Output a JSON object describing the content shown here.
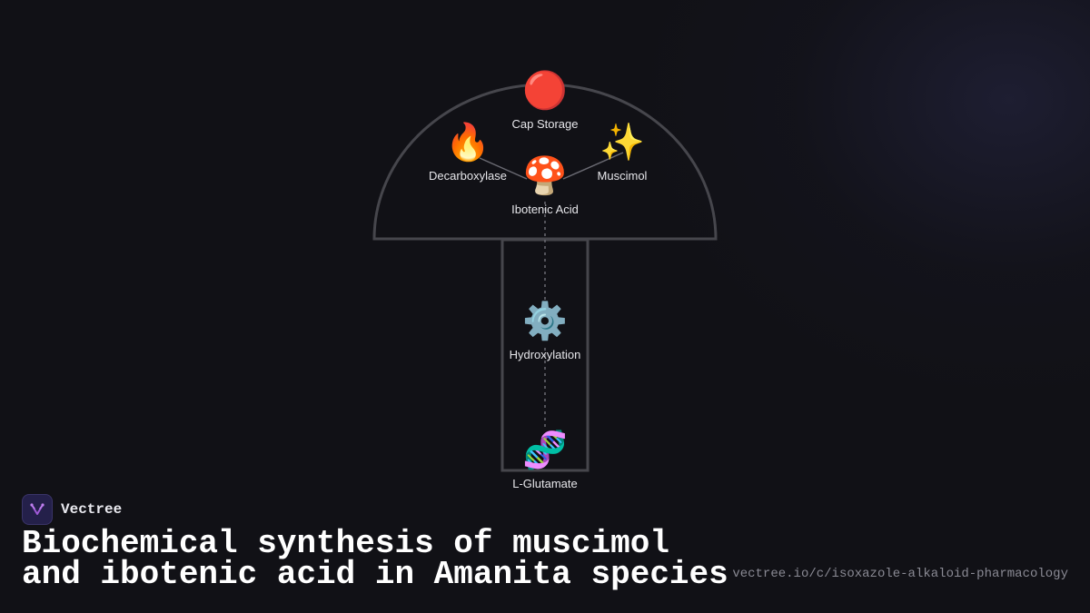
{
  "brand": {
    "name": "Vectree",
    "logo_color": "#a05ad8"
  },
  "title": {
    "line1": "Biochemical synthesis of muscimol",
    "line2": "and ibotenic acid in Amanita species"
  },
  "url": "vectree.io/c/isoxazole-alkaloid-pharmacology",
  "diagram": {
    "shape": "mushroom",
    "nodes": {
      "cap_storage": {
        "label": "Cap Storage",
        "icon": "red-circle-icon",
        "glyph": "🔴"
      },
      "decarboxylase": {
        "label": "Decarboxylase",
        "icon": "fire-icon",
        "glyph": "🔥"
      },
      "muscimol": {
        "label": "Muscimol",
        "icon": "sparkles-icon",
        "glyph": "✨"
      },
      "ibotenic_acid": {
        "label": "Ibotenic Acid",
        "icon": "mushroom-icon",
        "glyph": "🍄"
      },
      "hydroxylation": {
        "label": "Hydroxylation",
        "icon": "gear-icon",
        "glyph": "⚙️"
      },
      "l_glutamate": {
        "label": "L-Glutamate",
        "icon": "dna-icon",
        "glyph": "🧬"
      }
    },
    "connections": [
      {
        "from": "l_glutamate",
        "to": "hydroxylation",
        "style": "dashed"
      },
      {
        "from": "hydroxylation",
        "to": "ibotenic_acid",
        "style": "dashed"
      },
      {
        "from": "ibotenic_acid",
        "to": "decarboxylase",
        "style": "solid"
      },
      {
        "from": "ibotenic_acid",
        "to": "muscimol",
        "style": "solid"
      }
    ],
    "colors": {
      "outline": "#46464c",
      "connector": "#6a6a72",
      "label": "#e6e6ea"
    }
  }
}
